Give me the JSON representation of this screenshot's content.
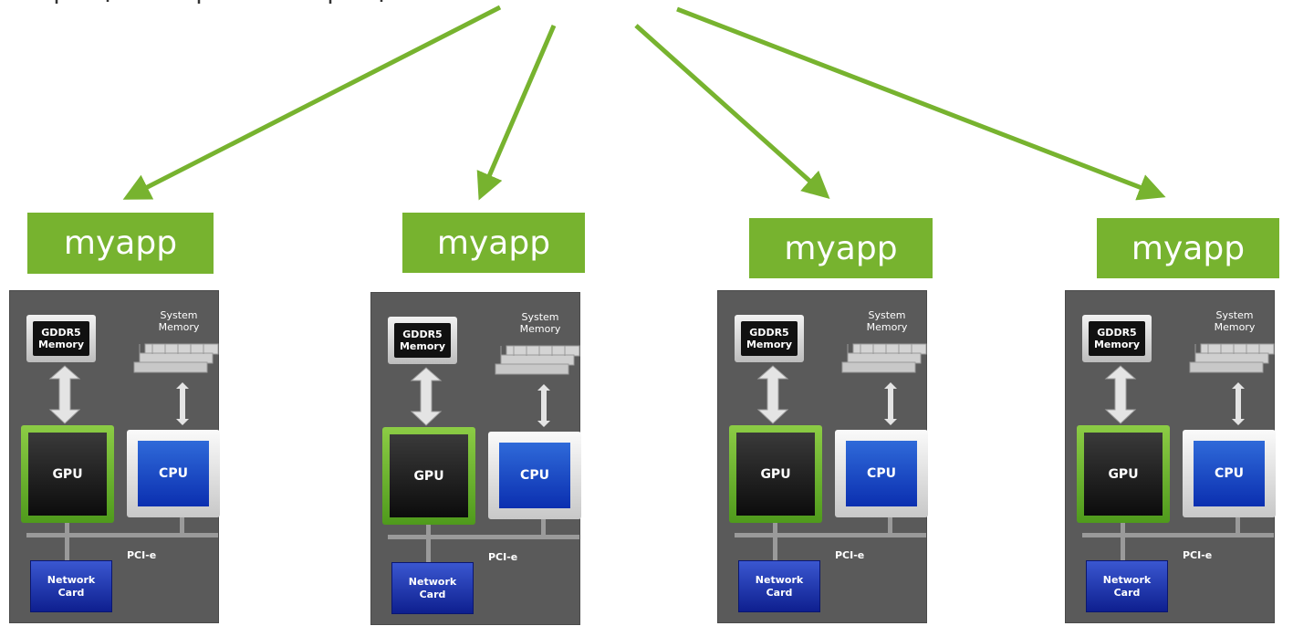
{
  "label": "myapp",
  "nodes": [
    {
      "gddr5": "GDDR5\nMemory",
      "system_memory": "System\nMemory",
      "gpu": "GPU",
      "cpu": "CPU",
      "bus": "PCI-e",
      "network": "Network\nCard"
    },
    {
      "gddr5": "GDDR5\nMemory",
      "system_memory": "System\nMemory",
      "gpu": "GPU",
      "cpu": "CPU",
      "bus": "PCI-e",
      "network": "Network\nCard"
    },
    {
      "gddr5": "GDDR5\nMemory",
      "system_memory": "System\nMemory",
      "gpu": "GPU",
      "cpu": "CPU",
      "bus": "PCI-e",
      "network": "Network\nCard"
    },
    {
      "gddr5": "GDDR5\nMemory",
      "system_memory": "System\nMemory",
      "gpu": "GPU",
      "cpu": "CPU",
      "bus": "PCI-e",
      "network": "Network\nCard"
    }
  ],
  "colors": {
    "accent_green": "#77b32f",
    "panel_gray": "#5a5a5a",
    "cpu_blue": "#1a45c8"
  }
}
